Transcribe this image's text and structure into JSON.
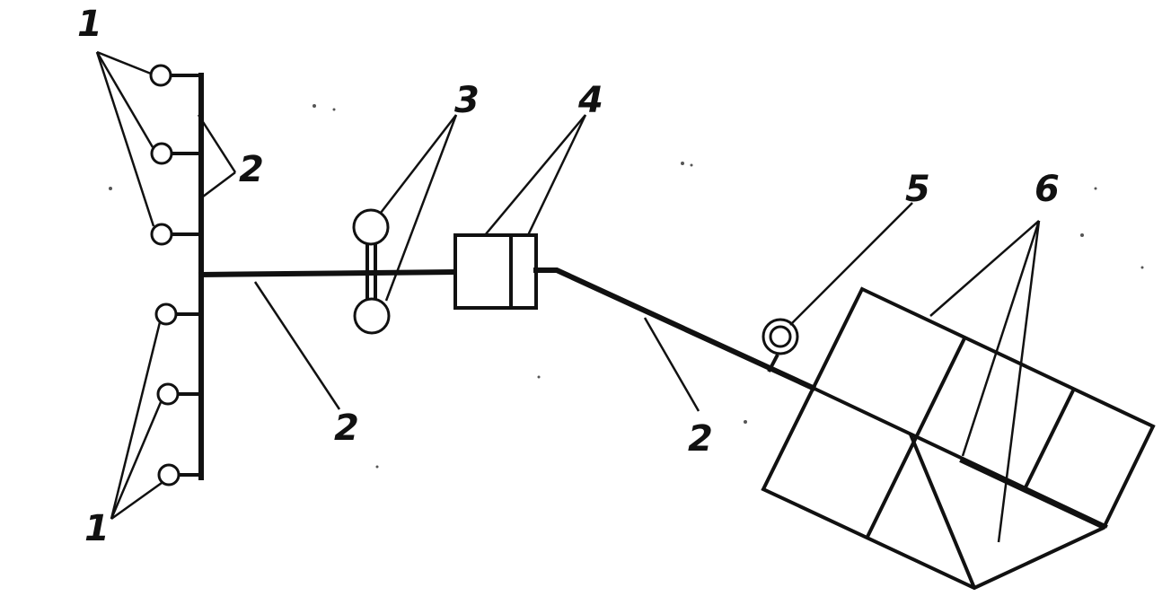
{
  "labels": {
    "well_group_top": "1",
    "well_group_bottom": "1",
    "pipeline_branch": "2",
    "pipeline_main_left": "2",
    "pipeline_main_right": "2",
    "separator": "3",
    "unit_block": "4",
    "pump": "5",
    "tank_field": "6"
  },
  "colors": {
    "ink": "#111111",
    "paper": "#ffffff"
  }
}
